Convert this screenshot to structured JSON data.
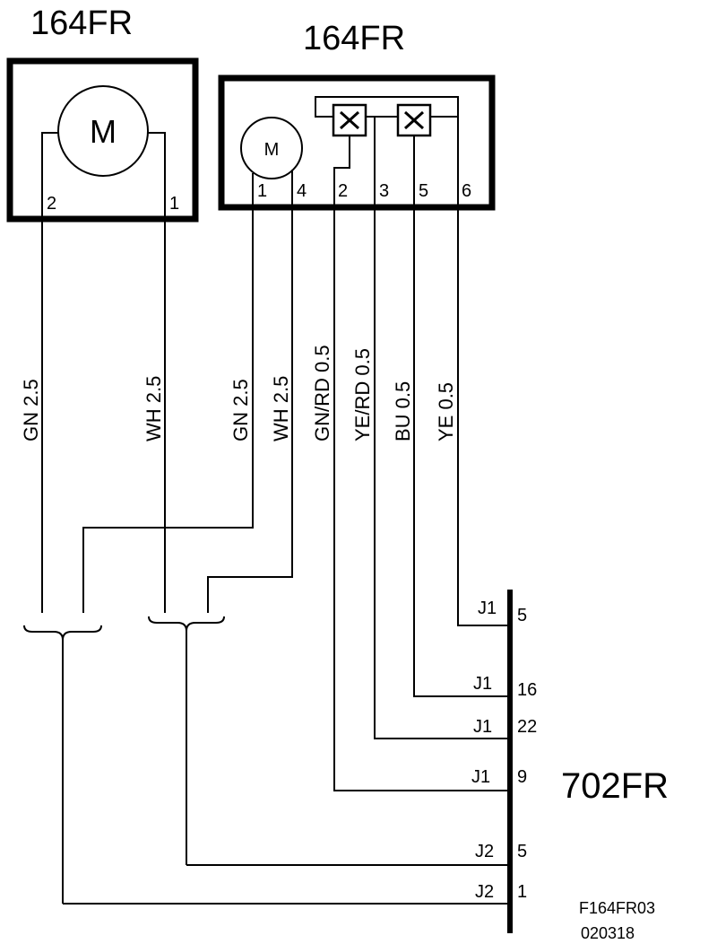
{
  "component_left": {
    "title": "164FR",
    "motor_label": "M",
    "pins": [
      "2",
      "1"
    ]
  },
  "component_right": {
    "title": "164FR",
    "motor_label": "M",
    "pins": [
      "1",
      "4",
      "2",
      "3",
      "5",
      "6"
    ]
  },
  "wires": [
    {
      "label": "GN  2.5"
    },
    {
      "label": "WH  2.5"
    },
    {
      "label": "GN  2.5"
    },
    {
      "label": "WH  2.5"
    },
    {
      "label": "GN/RD  0.5"
    },
    {
      "label": "YE/RD  0.5"
    },
    {
      "label": "BU  0.5"
    },
    {
      "label": "YE  0.5"
    }
  ],
  "connector": {
    "name": "702FR",
    "terminals": [
      {
        "plug": "J1",
        "pin": "5"
      },
      {
        "plug": "J1",
        "pin": "16"
      },
      {
        "plug": "J1",
        "pin": "22"
      },
      {
        "plug": "J1",
        "pin": "9"
      },
      {
        "plug": "J2",
        "pin": "5"
      },
      {
        "plug": "J2",
        "pin": "1"
      }
    ]
  },
  "reference": {
    "code": "F164FR03",
    "date": "020318"
  }
}
